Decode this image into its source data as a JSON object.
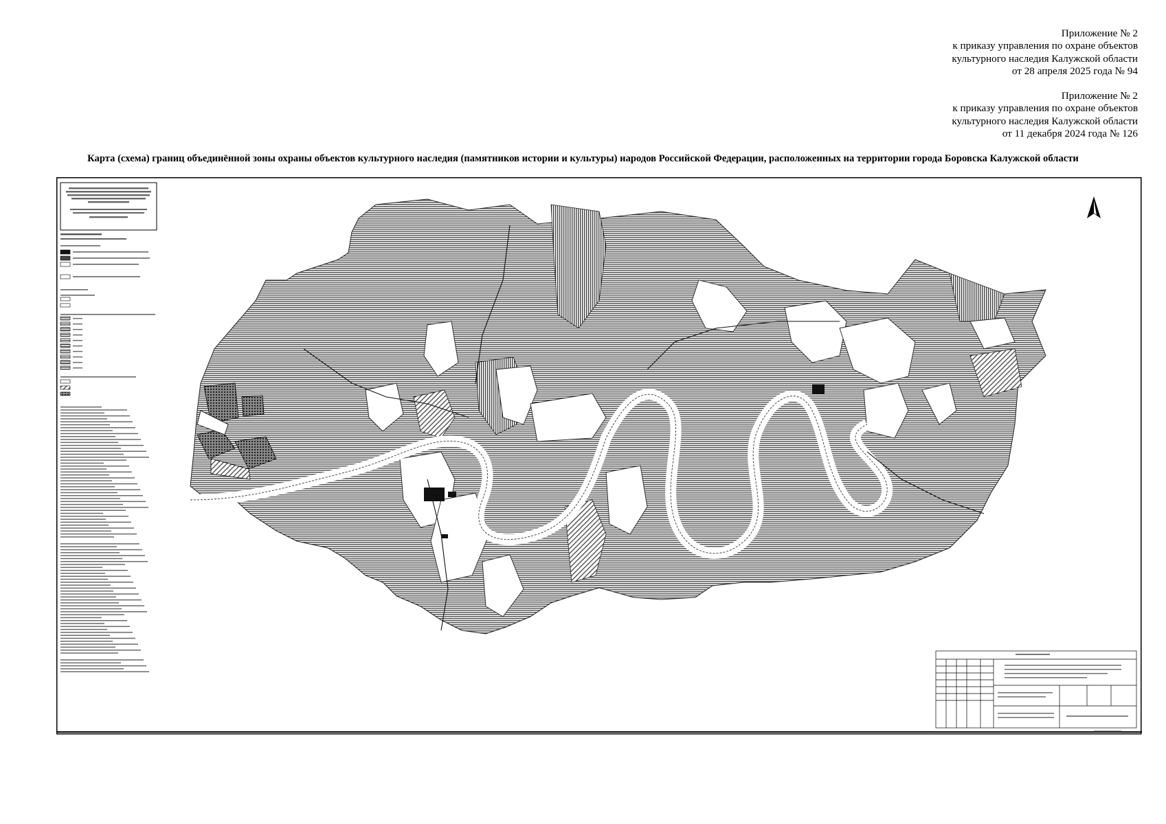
{
  "appendices": [
    {
      "line1": "Приложение № 2",
      "line2": "к приказу управления по охране объектов",
      "line3": "культурного наследия Калужской области",
      "line4": "от 28 апреля 2025 года № 94"
    },
    {
      "line1": "Приложение № 2",
      "line2": "к приказу управления по охране объектов",
      "line3": "культурного наследия Калужской области",
      "line4": "от 11 декабря 2024 года № 126"
    }
  ],
  "map": {
    "title": "Карта (схема) границ объединённой зоны охраны объектов культурного наследия (памятников истории и культуры) народов Российской Федерации, расположенных на территории города Боровска Калужской области"
  },
  "colors": {
    "ink": "#000000",
    "paper": "#ffffff",
    "zone_fill": "#6e6e6e",
    "dark_fill": "#222222"
  },
  "icons": [
    "north-arrow-icon"
  ]
}
